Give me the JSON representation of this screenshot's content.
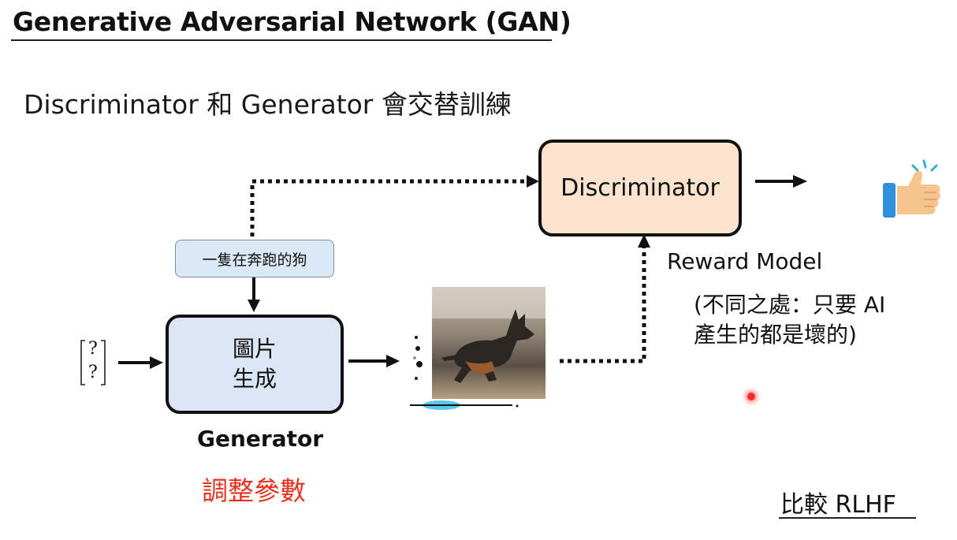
{
  "slide": {
    "title": "Generative Adversarial Network (GAN)",
    "subtitle": "Discriminator 和 Generator 會交替訓練"
  },
  "discriminator": {
    "label": "Discriminator"
  },
  "generator": {
    "line1": "圖片",
    "line2": "生成",
    "name": "Generator",
    "adjust": "調整參數"
  },
  "prompt": {
    "text": "一隻在奔跑的狗"
  },
  "noise_vector": {
    "top": "?",
    "bottom": "?"
  },
  "reward": {
    "label": "Reward Model",
    "diff_line1": "(不同之處：只要 AI",
    "diff_line2": "產生的都是壞的)"
  },
  "compare": {
    "label": "比較 RLHF"
  },
  "icons": {
    "output": "thumbs-up-icon",
    "image": "running-dog-image"
  },
  "colors": {
    "discriminator_fill": "#fbe3cf",
    "generator_fill": "#dbe5f3",
    "prompt_fill": "#dbe9f7",
    "adjust_text": "#e8301d"
  }
}
